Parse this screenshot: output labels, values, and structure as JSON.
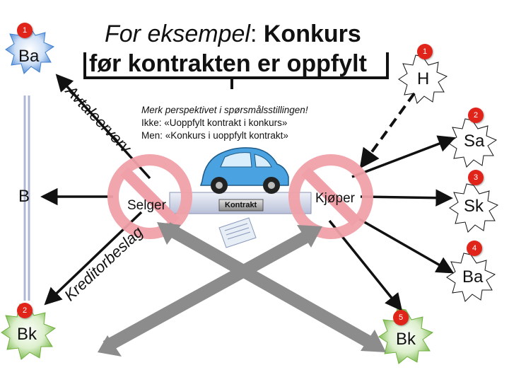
{
  "title": {
    "prefix": "For eksempel",
    "colon": ":",
    "bold1": "Konkurs",
    "line2": "før kontrakten er oppfylt"
  },
  "note": {
    "line1": "Merk perspektivet i spørsmålsstillingen!",
    "line2": "Ikke: «Uoppfylt kontrakt i konkurs»",
    "line3": "Men: «Konkurs i uoppfylt kontrakt»"
  },
  "nodes": {
    "ba_top": {
      "label": "Ba",
      "badge": "1"
    },
    "h": {
      "label": "H",
      "badge": "1"
    },
    "sa": {
      "label": "Sa",
      "badge": "2"
    },
    "sk": {
      "label": "Sk",
      "badge": "3"
    },
    "ba_right": {
      "label": "Ba",
      "badge": "4"
    },
    "bk_left": {
      "label": "Bk",
      "badge": "2"
    },
    "bk_bottom": {
      "label": "Bk",
      "badge": "5"
    },
    "b": {
      "label": "B"
    }
  },
  "parties": {
    "seller": "Selger",
    "buyer": "Kjøper",
    "contract": "Kontrakt"
  },
  "arrow_labels": {
    "avtaleerverv": "Avtaleerverv",
    "kreditorbeslag": "Kreditorbeslag"
  },
  "colors": {
    "badge_red": "#e0241a",
    "prohibition_red": "#f0a0a8",
    "ba_top_fill": "#3f7fd0",
    "bk_left_fill": "#7bbf4a",
    "bk_bottom_fill": "#9bcf6a",
    "double_arrow": "#b0b7d6",
    "cross_arrow": "#909090",
    "car": "#4aa3e0"
  }
}
